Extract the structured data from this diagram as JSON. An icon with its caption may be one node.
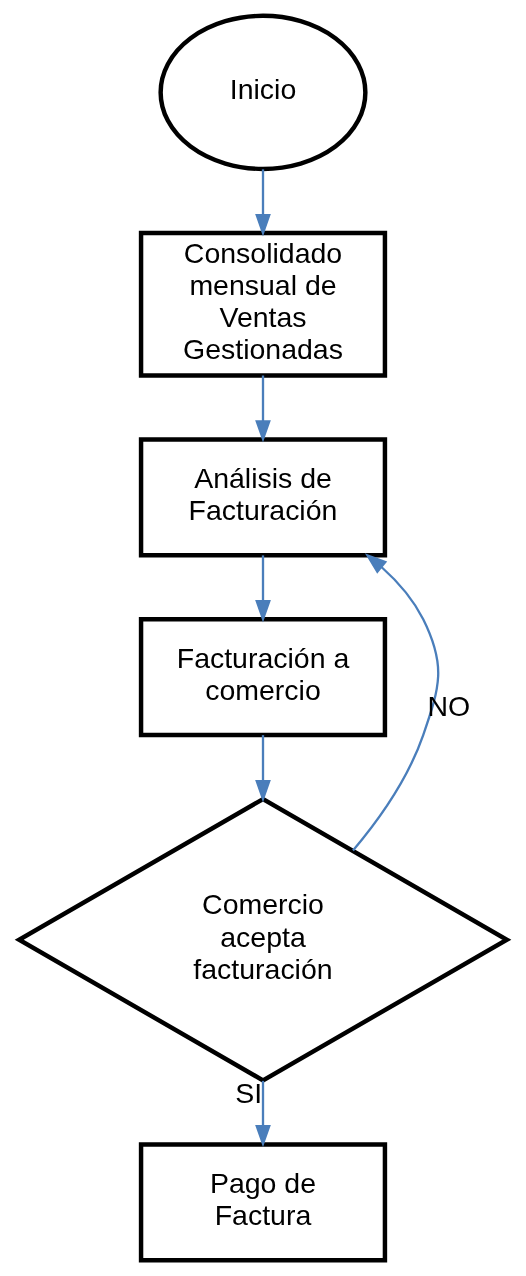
{
  "diagram": {
    "nodes": [
      {
        "text": [
          "Inicio"
        ]
      },
      {
        "text": [
          "Consolidado mensual de Ventas Gestionadas"
        ]
      },
      {
        "text": [
          "Análisis de Facturación"
        ]
      },
      {
        "text": [
          "Facturación a comercio"
        ]
      },
      {
        "text": [
          "Comercio acepta facturación"
        ]
      },
      {
        "text": [
          "Pago de Factura"
        ]
      }
    ],
    "edges": [
      {
        "from": 0,
        "to": 1,
        "arrow": "to"
      },
      {
        "from": 1,
        "to": 2,
        "arrow": "to"
      },
      {
        "from": 2,
        "to": 3,
        "arrow": "to"
      },
      {
        "from": 3,
        "to": 4,
        "arrow": "to"
      },
      {
        "from": 4,
        "to": 2,
        "arrow": "to",
        "label": "NO"
      },
      {
        "from": 4,
        "to": 5,
        "arrow": "to",
        "label": "SI"
      }
    ]
  }
}
